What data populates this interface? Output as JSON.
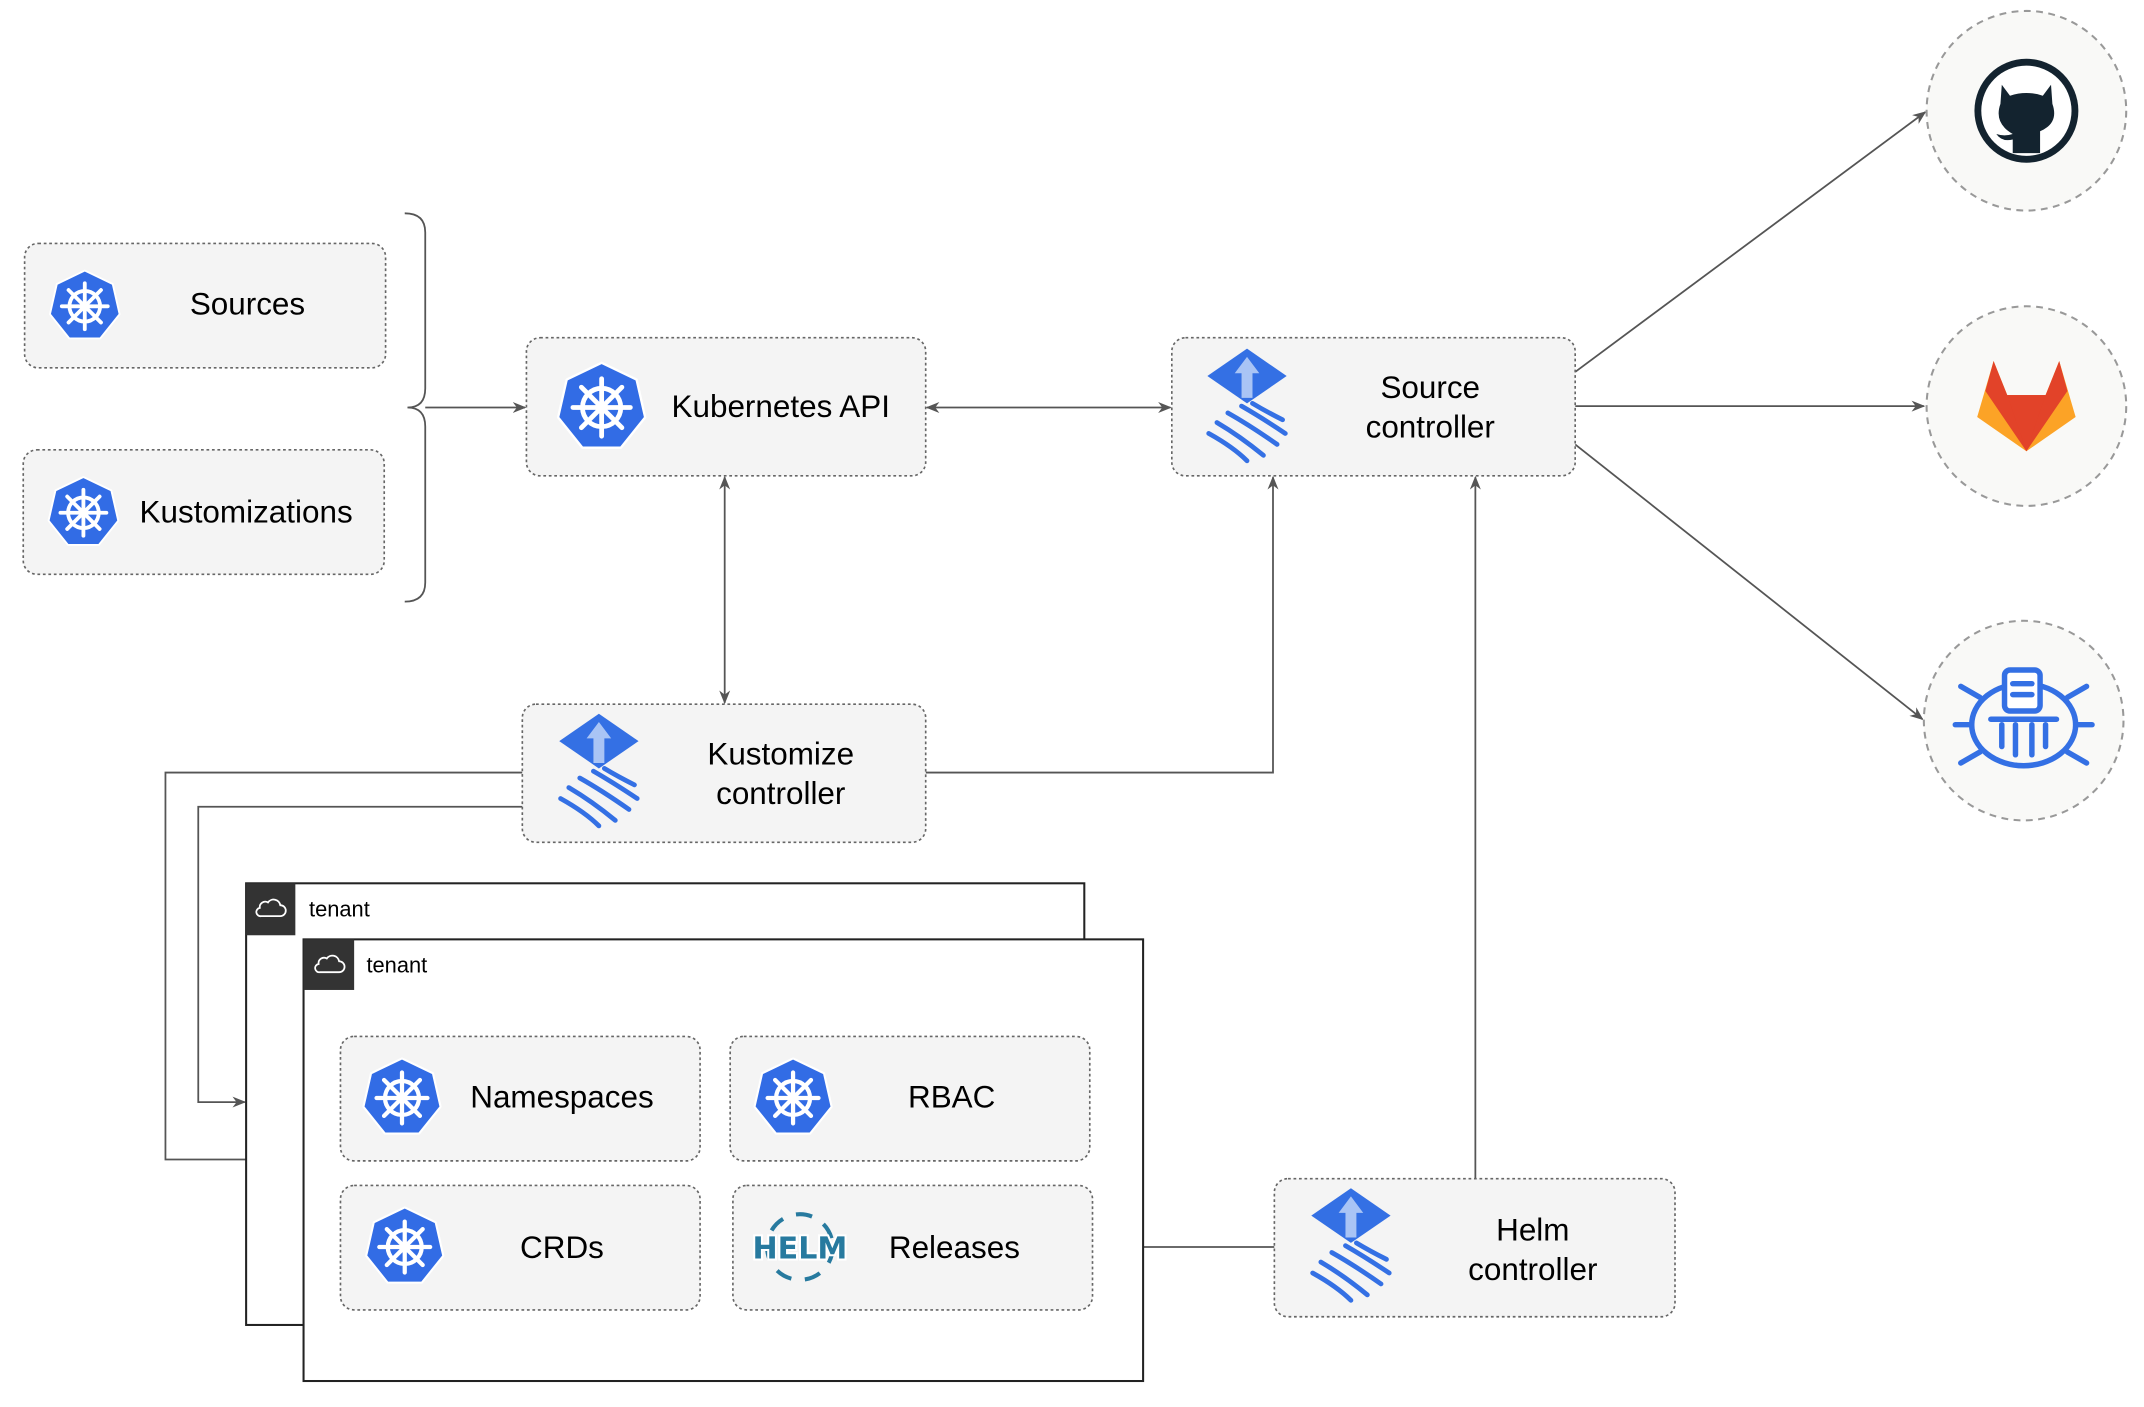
{
  "colors": {
    "k8s_blue": "#326ce5",
    "flux_blue": "#3470e4",
    "github": "#13232f",
    "gitlab_orange": "#e24329",
    "gitlab_light": "#fca326",
    "edge": "#555555"
  },
  "left_resources": [
    {
      "label": "Sources",
      "icon": "kubernetes-icon"
    },
    {
      "label": "Kustomizations",
      "icon": "kubernetes-icon"
    }
  ],
  "kubernetes_api": {
    "label": "Kubernetes API",
    "icon": "kubernetes-icon"
  },
  "source_controller": {
    "line1": "Source",
    "line2": "controller",
    "icon": "flux-icon"
  },
  "kustomize_controller": {
    "line1": "Kustomize",
    "line2": "controller",
    "icon": "flux-icon"
  },
  "helm_controller": {
    "line1": "Helm",
    "line2": "controller",
    "icon": "flux-icon"
  },
  "external_sources": [
    {
      "icon": "github-icon"
    },
    {
      "icon": "gitlab-icon"
    },
    {
      "icon": "bucket-icon"
    }
  ],
  "tenants": [
    {
      "label": "tenant",
      "icon": "cloud-icon"
    },
    {
      "label": "tenant",
      "icon": "cloud-icon"
    }
  ],
  "tenant_resources": [
    {
      "label": "Namespaces",
      "icon": "kubernetes-icon"
    },
    {
      "label": "RBAC",
      "icon": "kubernetes-icon"
    },
    {
      "label": "CRDs",
      "icon": "kubernetes-icon"
    },
    {
      "label": "Releases",
      "icon": "helm-icon",
      "icon_text": "HELM"
    }
  ]
}
